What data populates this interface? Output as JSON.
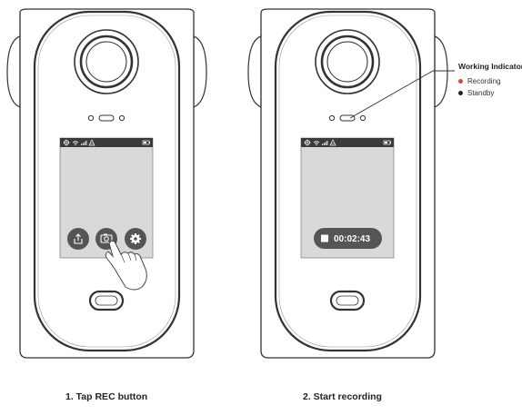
{
  "panels": [
    {
      "caption": "1. Tap REC button",
      "state": "idle"
    },
    {
      "caption": "2. Start recording",
      "state": "recording",
      "timer": "00:02:43"
    }
  ],
  "indicator": {
    "title": "Working Indicator",
    "items": [
      {
        "label": "Recording",
        "color": "#e04040"
      },
      {
        "label": "Standby",
        "color": "#222222"
      }
    ]
  },
  "icons": [
    "location-icon",
    "wifi-icon",
    "signal-icon",
    "gps-icon",
    "battery-icon",
    "share-icon",
    "camera-icon",
    "settings-icon",
    "stop-icon",
    "finger-icon"
  ],
  "colors": {
    "outline": "#333333",
    "screen": "#d9d9d9",
    "statusbar": "#3a3a3a",
    "button": "#555555",
    "recording": "#e04040"
  }
}
